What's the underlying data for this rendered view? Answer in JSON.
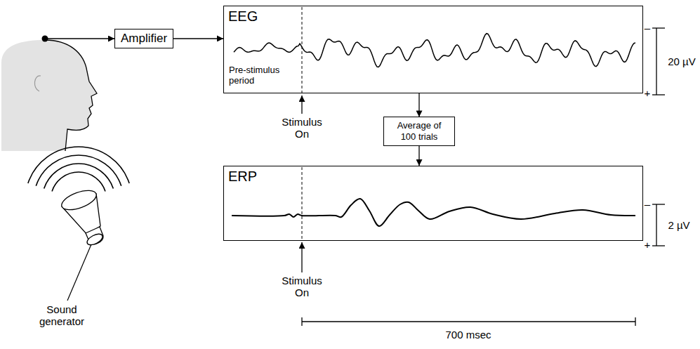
{
  "diagram": {
    "nodes": [
      {
        "text": [
          "Amplifier"
        ]
      },
      {
        "text": [
          "EEG",
          "Pre-stimulus period"
        ]
      },
      {
        "text": [
          "Average of 100 trials"
        ]
      },
      {
        "text": [
          "ERP"
        ]
      }
    ],
    "edges": [
      {
        "from": 0,
        "to": 1,
        "arrow": "to"
      },
      {
        "from": 1,
        "to": 2,
        "arrow": "to"
      },
      {
        "from": 2,
        "to": 3,
        "arrow": "to"
      }
    ],
    "labels": [
      "–",
      "+",
      "20 µV",
      "Stimulus On",
      "–",
      "+",
      "2 µV",
      "Stimulus On",
      "700 msec",
      "Sound generator"
    ]
  }
}
